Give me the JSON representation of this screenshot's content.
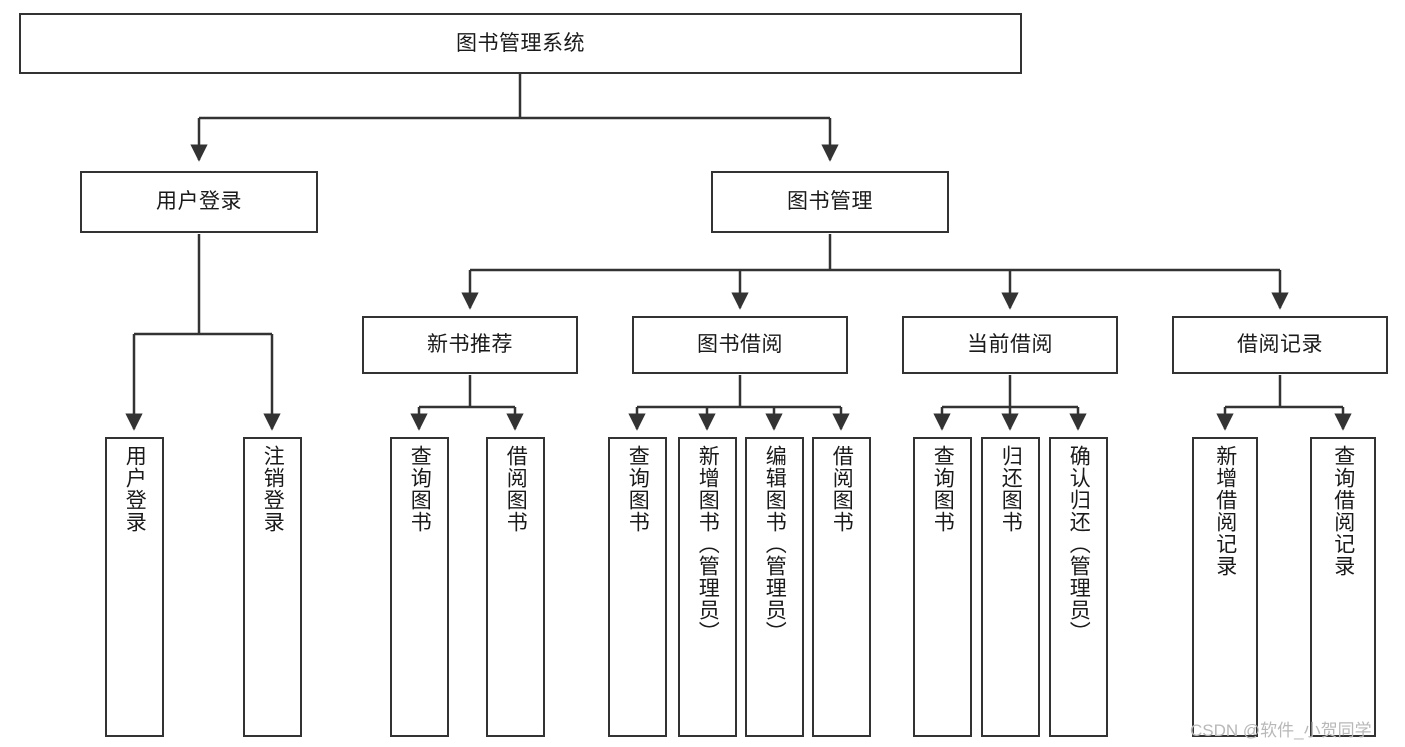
{
  "diagram": {
    "title": "图书管理系统",
    "type": "tree",
    "watermark": "CSDN @软件_小贺同学",
    "colors": {
      "box_border": "#333333",
      "box_fill": "#ffffff",
      "edge": "#333333",
      "text": "#1a1a1a",
      "watermark": "#b8b8b8",
      "background": "#ffffff"
    }
  },
  "nodes": {
    "root": {
      "label": "图书管理系统"
    },
    "level2": [
      {
        "label": "用户登录"
      },
      {
        "label": "图书管理"
      }
    ],
    "level3": [
      {
        "label": "新书推荐"
      },
      {
        "label": "图书借阅"
      },
      {
        "label": "当前借阅"
      },
      {
        "label": "借阅记录"
      }
    ],
    "leaves": {
      "user_login": [
        {
          "label": "用户登录"
        },
        {
          "label": "注销登录"
        }
      ],
      "new_book_recommend": [
        {
          "label": "查询图书"
        },
        {
          "label": "借阅图书"
        }
      ],
      "book_borrow": [
        {
          "label": "查询图书"
        },
        {
          "label": "新增图书（管理员）"
        },
        {
          "label": "编辑图书（管理员）"
        },
        {
          "label": "借阅图书"
        }
      ],
      "current_borrow": [
        {
          "label": "查询图书"
        },
        {
          "label": "归还图书"
        },
        {
          "label": "确认归还（管理员）"
        }
      ],
      "borrow_record": [
        {
          "label": "新增借阅记录"
        },
        {
          "label": "查询借阅记录"
        }
      ]
    }
  }
}
